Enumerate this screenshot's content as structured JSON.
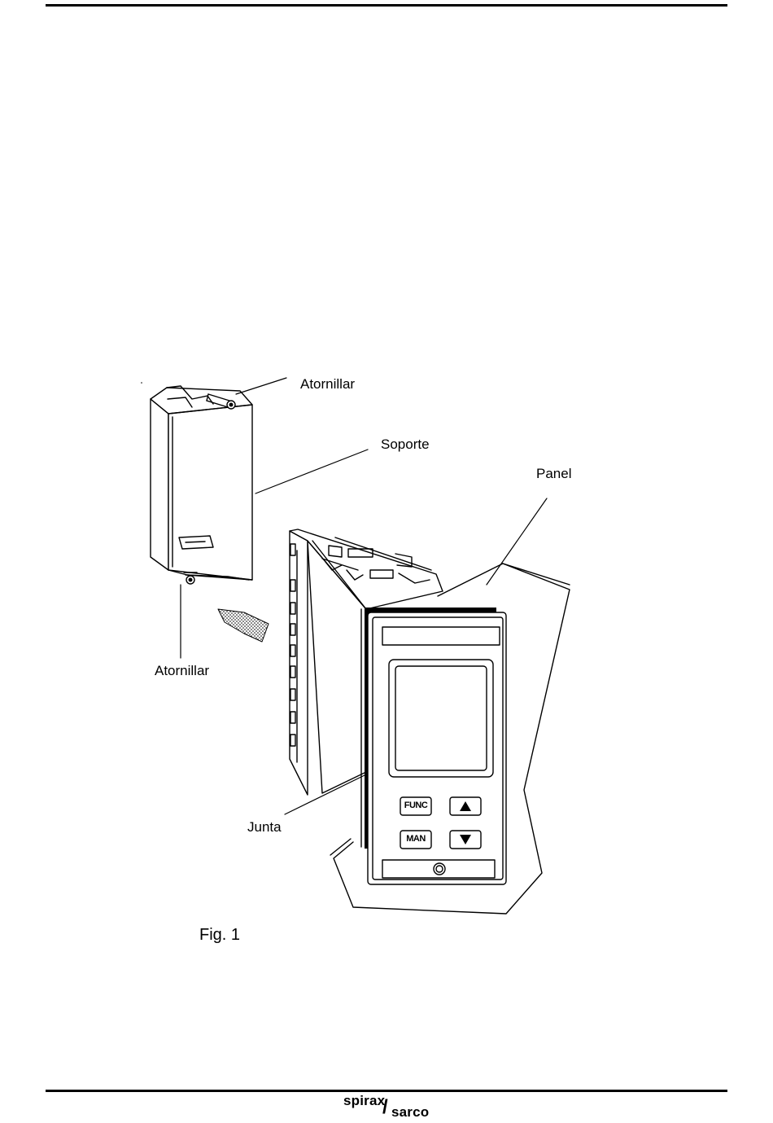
{
  "labels": {
    "atornillar_top": "Atornillar",
    "soporte": "Soporte",
    "panel": "Panel",
    "atornillar_bottom": "Atornillar",
    "junta": "Junta"
  },
  "caption": "Fig. 1",
  "controller_keys": {
    "func": "FUNC",
    "man": "MAN"
  },
  "logo": {
    "word_top": "spirax",
    "word_bottom": "sarco"
  }
}
